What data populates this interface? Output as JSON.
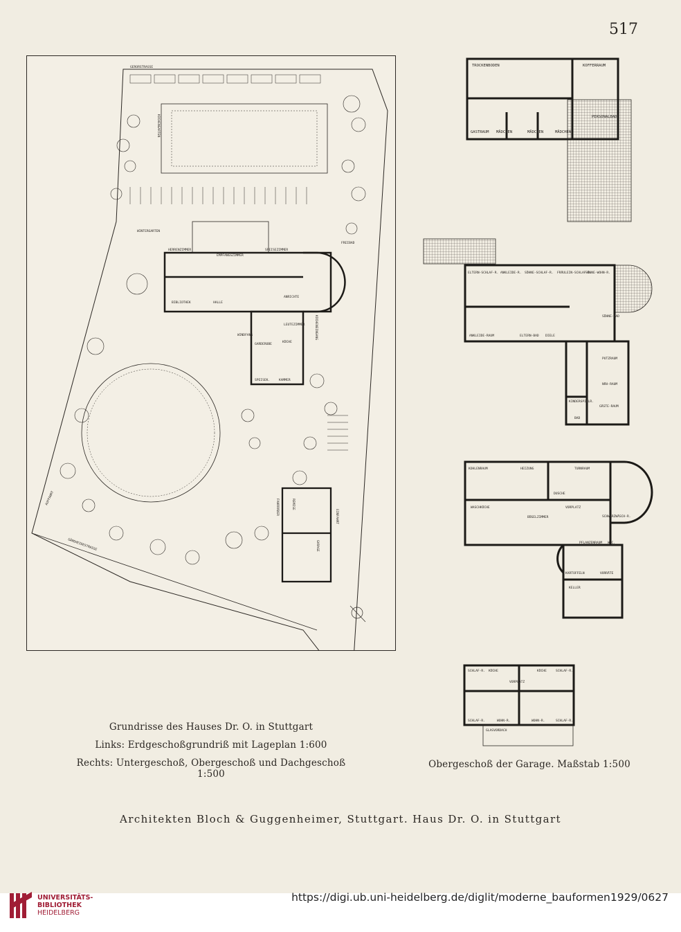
{
  "page_number": "517",
  "site_plan": {
    "labels": [
      "GERORSTRASSE",
      "KÜCHENGARTEN",
      "WINTERGARTEN",
      "HERRENZIMMER",
      "EMPFANGSZIMMER",
      "SPEISEZIMMER",
      "FREIBAD",
      "BIBLIOTHEK",
      "HALLE",
      "ANRICHTE",
      "WINDFANG",
      "GARDEROBE",
      "KÜCHE",
      "SPEISEK.",
      "KAMMER",
      "LEUTEZIMMER",
      "KÜCHENEINGANG",
      "AUFFAHRT",
      "GÄNSHEIDESTRASSE",
      "EINFAHRT",
      "REMISE",
      "FAHRRÄDER",
      "GARAGE"
    ]
  },
  "upper_floor": {
    "labels": [
      "TROCKENBODEN",
      "KOFFERRAUM",
      "PERSONALBAD",
      "GASTRAUM",
      "MÄDCHEN",
      "MÄDCHEN",
      "MÄDCHEN"
    ]
  },
  "first_floor": {
    "labels": [
      "ELTERN-SCHLAF-R.",
      "ANKLEIDE-R.",
      "SÖHNE-SCHLAF-R.",
      "FRÄULEIN-SCHLAF-R.",
      "SÖHNE-WOHN-R.",
      "SÖHNE-BAD",
      "ANKLEIDE-RAUM",
      "ELTERN-BAD",
      "DIELE",
      "PUTZRAUM",
      "NÄH-RAUM",
      "KINDERSPIELR.",
      "GÄSTE-RAUM",
      "BAD"
    ]
  },
  "basement": {
    "labels": [
      "KOHLENRAUM",
      "HEIZUNG",
      "TURNRAUM",
      "DUSCHE",
      "VORPLATZ",
      "WASCHKÜCHE",
      "BÜGELZIMMER",
      "SCHWARZWÄSCH-R.",
      "W.C.",
      "PFLANZENRAUM",
      "KARTOFFELN",
      "VORRÄTE",
      "KELLER"
    ]
  },
  "garage_floor": {
    "labels": [
      "SCHLAF-R.",
      "KÜCHE",
      "VORPLATZ",
      "KÜCHE",
      "SCHLAF-R.",
      "SCHLAF-R.",
      "WOHN-R.",
      "WOHN-R.",
      "SCHLAF-R.",
      "GLASVORDACH"
    ]
  },
  "captions": {
    "left_line1": "Grundrisse des Hauses Dr. O. in Stuttgart",
    "left_line2": "Links: Erdgeschoßgrundriß mit Lageplan 1:600",
    "left_line3": "Rechts: Untergeschoß, Obergeschoß und Dachgeschoß 1:500",
    "right_line1": "Obergeschoß der Garage. Maßstab 1:500"
  },
  "footer_credit": "Architekten Bloch & Guggenheimer, Stuttgart. Haus Dr. O. in Stuttgart",
  "library": {
    "name_line1": "UNIVERSITÄTS-",
    "name_line2": "BIBLIOTHEK",
    "name_line3": "HEIDELBERG"
  },
  "source_url": "https://digi.ub.uni-heidelberg.de/diglit/moderne_bauformen1929/0627",
  "colors": {
    "ink": "#2a2622",
    "paper": "#f1ede2",
    "brand": "#a01d35"
  }
}
